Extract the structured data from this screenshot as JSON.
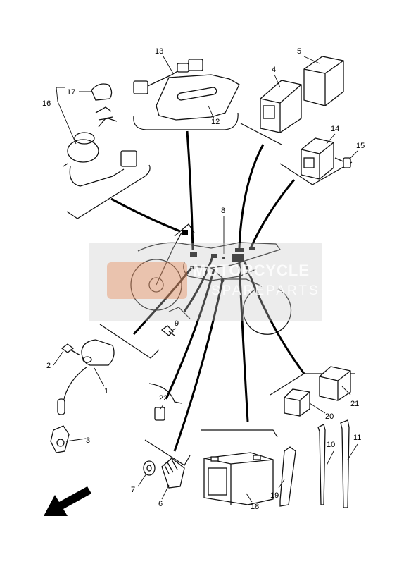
{
  "callouts": {
    "c1": "1",
    "c2": "2",
    "c3": "3",
    "c4": "4",
    "c5": "5",
    "c6": "6",
    "c7": "7",
    "c8": "8",
    "c9": "9",
    "c10": "10",
    "c11": "11",
    "c12": "12",
    "c13": "13",
    "c14": "14",
    "c15": "15",
    "c16": "16",
    "c17": "17",
    "c18": "18",
    "c19": "19",
    "c20": "20",
    "c21": "21",
    "c22": "22"
  },
  "watermark": {
    "line1": "MOTORCYCLE",
    "line2": "SPAREPARTS"
  },
  "colors": {
    "line": "#111111",
    "watermark_bg": "#c8c8c8",
    "watermark_logo": "#e8783c"
  }
}
